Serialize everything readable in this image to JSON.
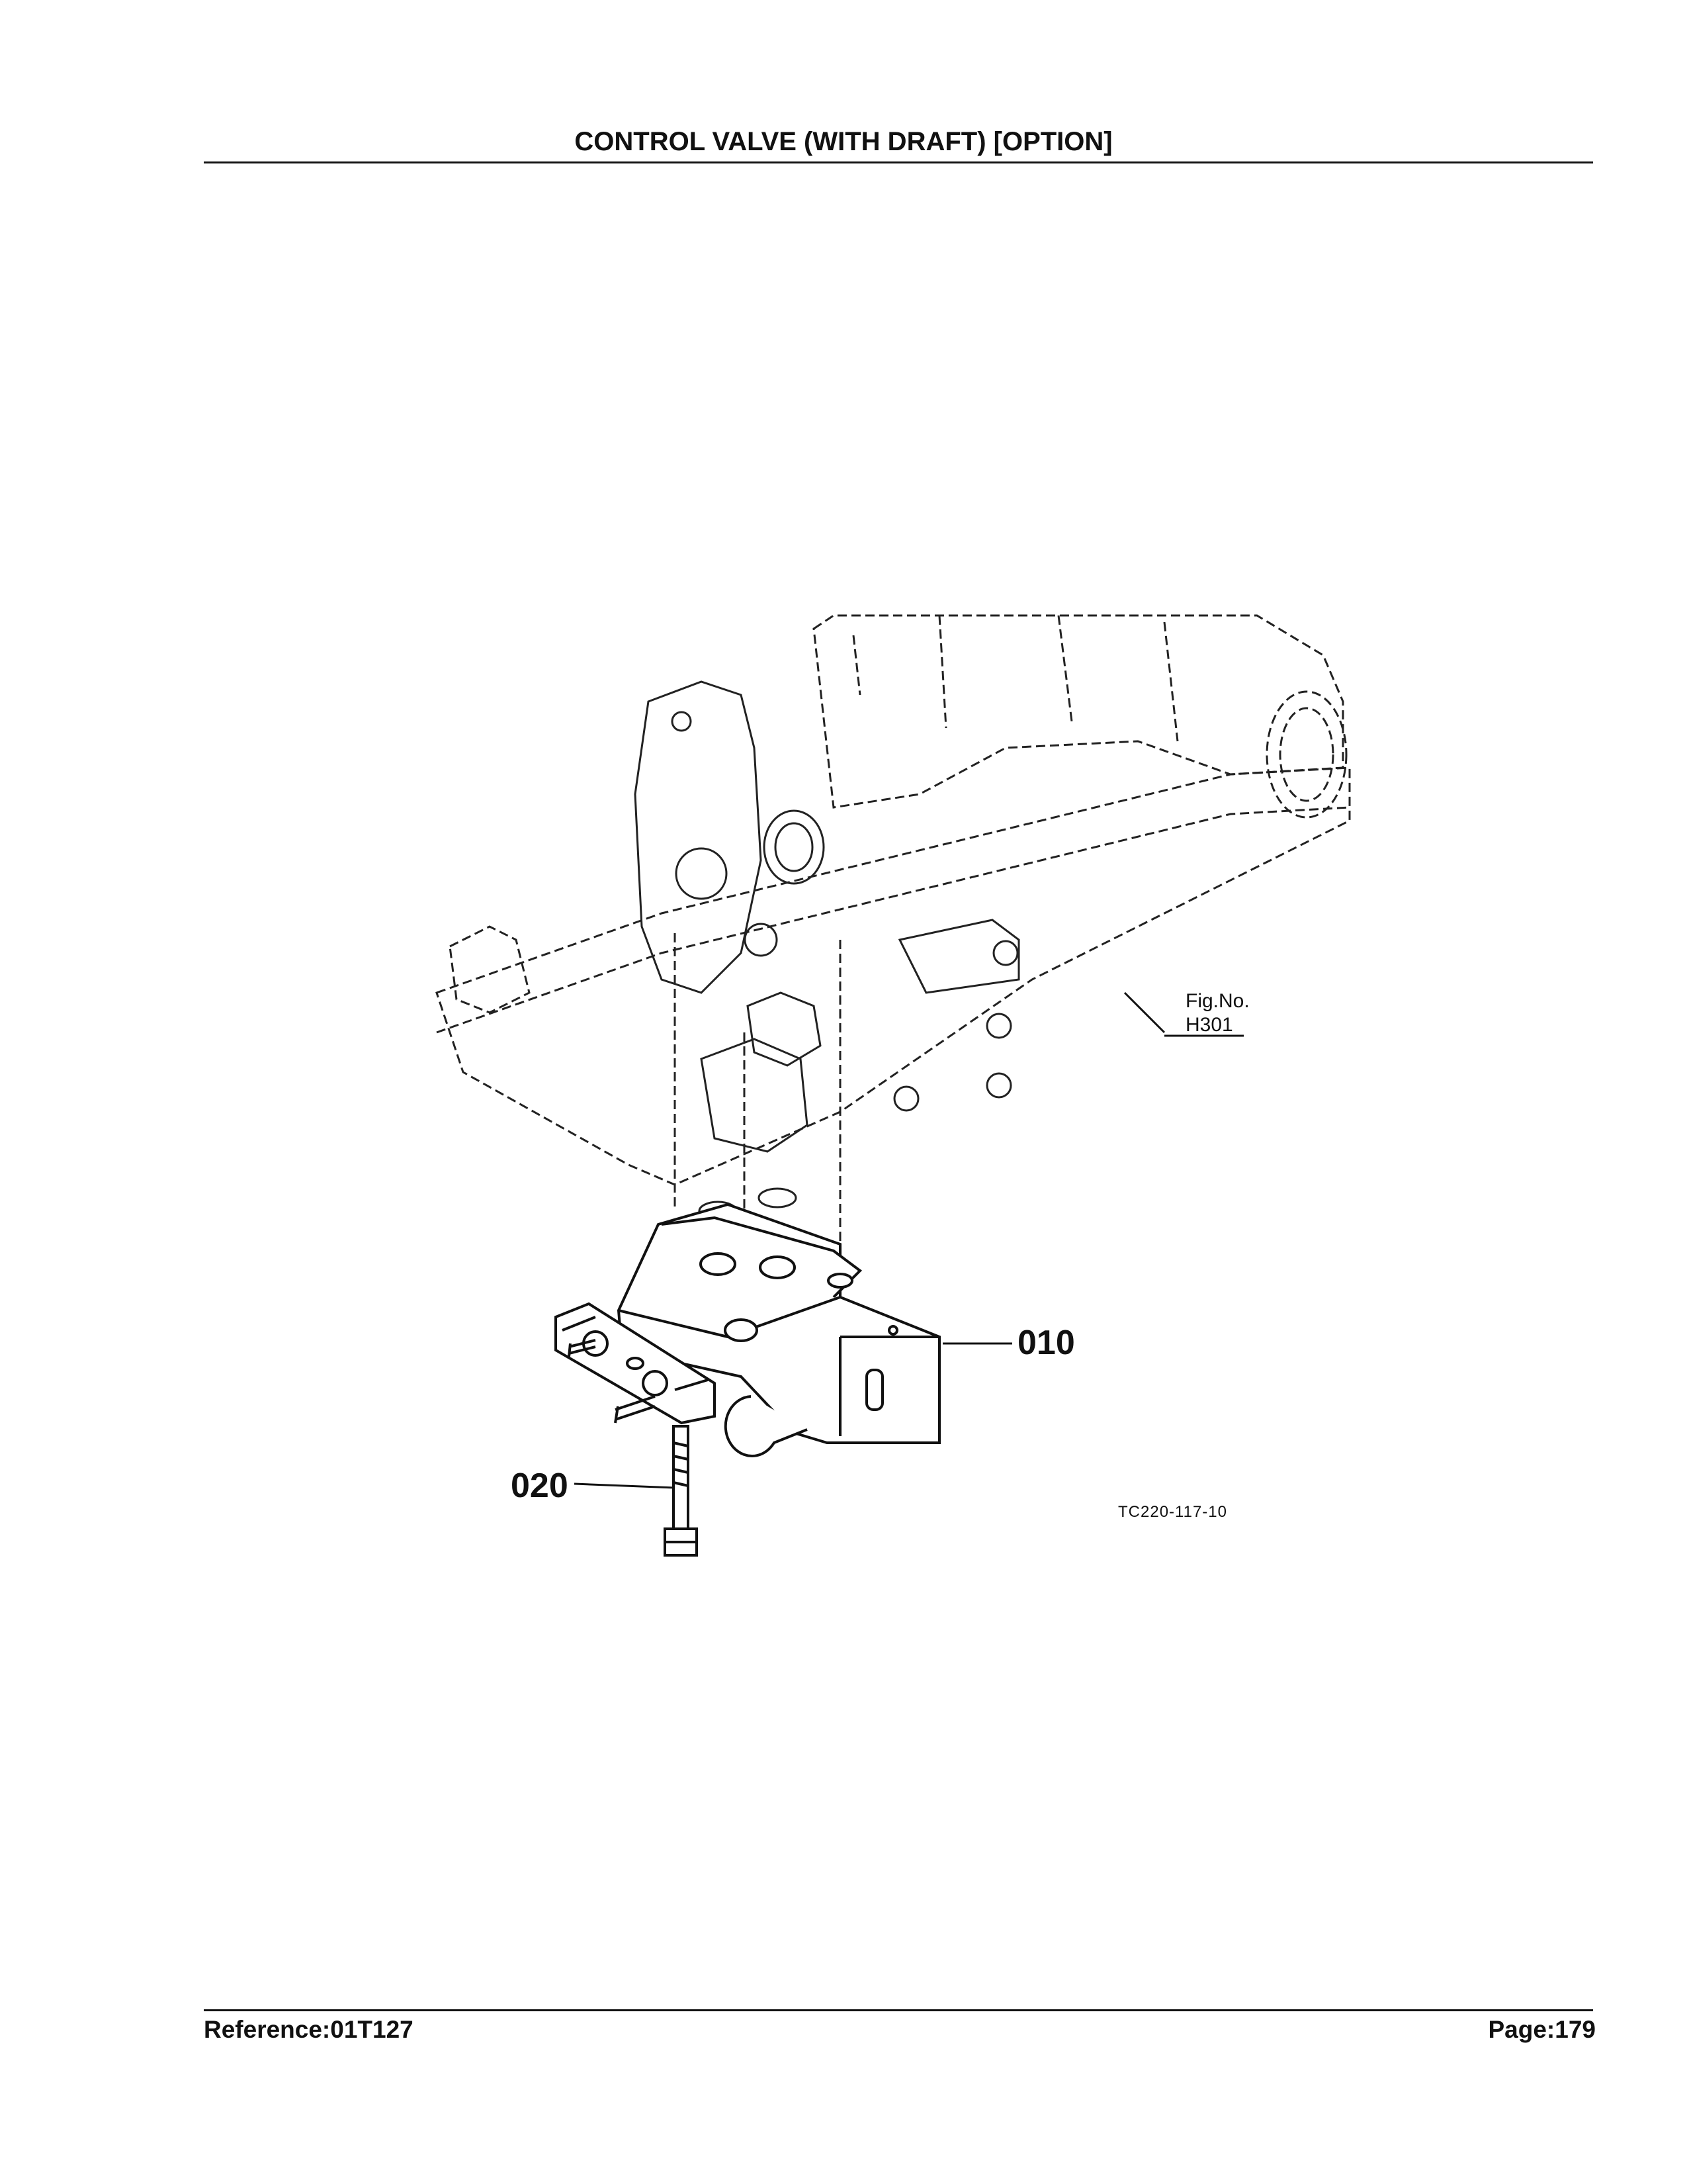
{
  "header": {
    "title": "CONTROL VALVE (WITH DRAFT) [OPTION]"
  },
  "diagram": {
    "callouts": [
      "010",
      "020"
    ],
    "fig_ref": {
      "line1": "Fig.No.",
      "line2": "H301"
    },
    "drawing_code": "TC220-117-10"
  },
  "footer": {
    "reference": "Reference:01T127",
    "page": "Page:179"
  }
}
